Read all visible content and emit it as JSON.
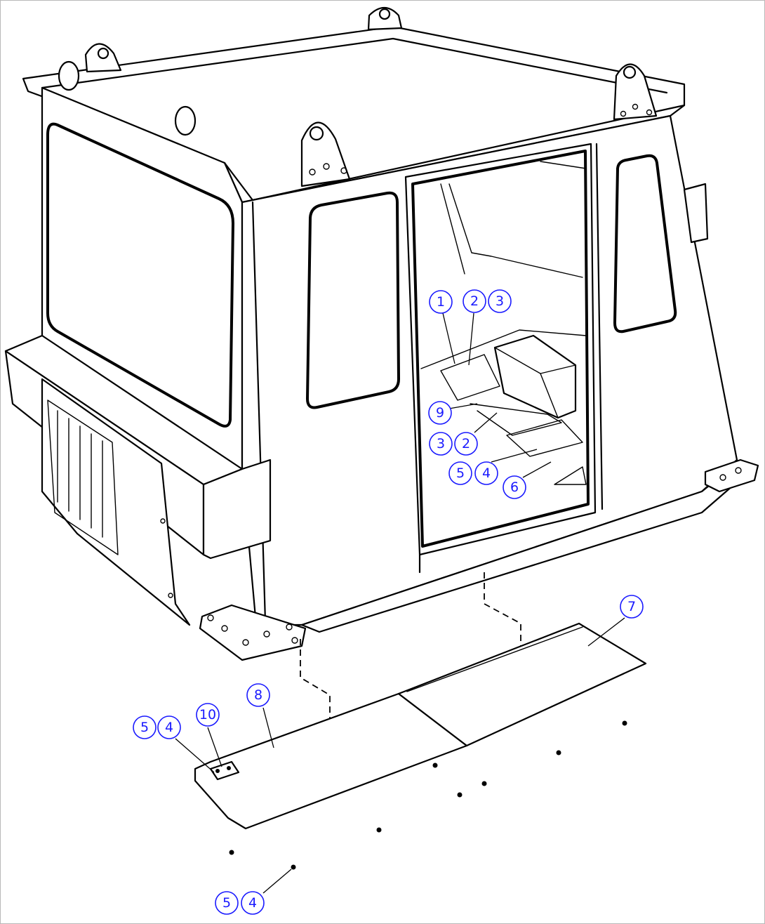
{
  "callouts": {
    "c1": "1",
    "c2a": "2",
    "c3a": "3",
    "c9": "9",
    "c3b": "3",
    "c2b": "2",
    "c5a": "5",
    "c4a": "4",
    "c6": "6",
    "c7": "7",
    "c8": "8",
    "c10": "10",
    "c5b": "5",
    "c4b": "4",
    "c5c": "5",
    "c4c": "4"
  },
  "colors": {
    "line": "#000000",
    "callout": "#1a1aff",
    "frame": "#b8b8b8"
  }
}
